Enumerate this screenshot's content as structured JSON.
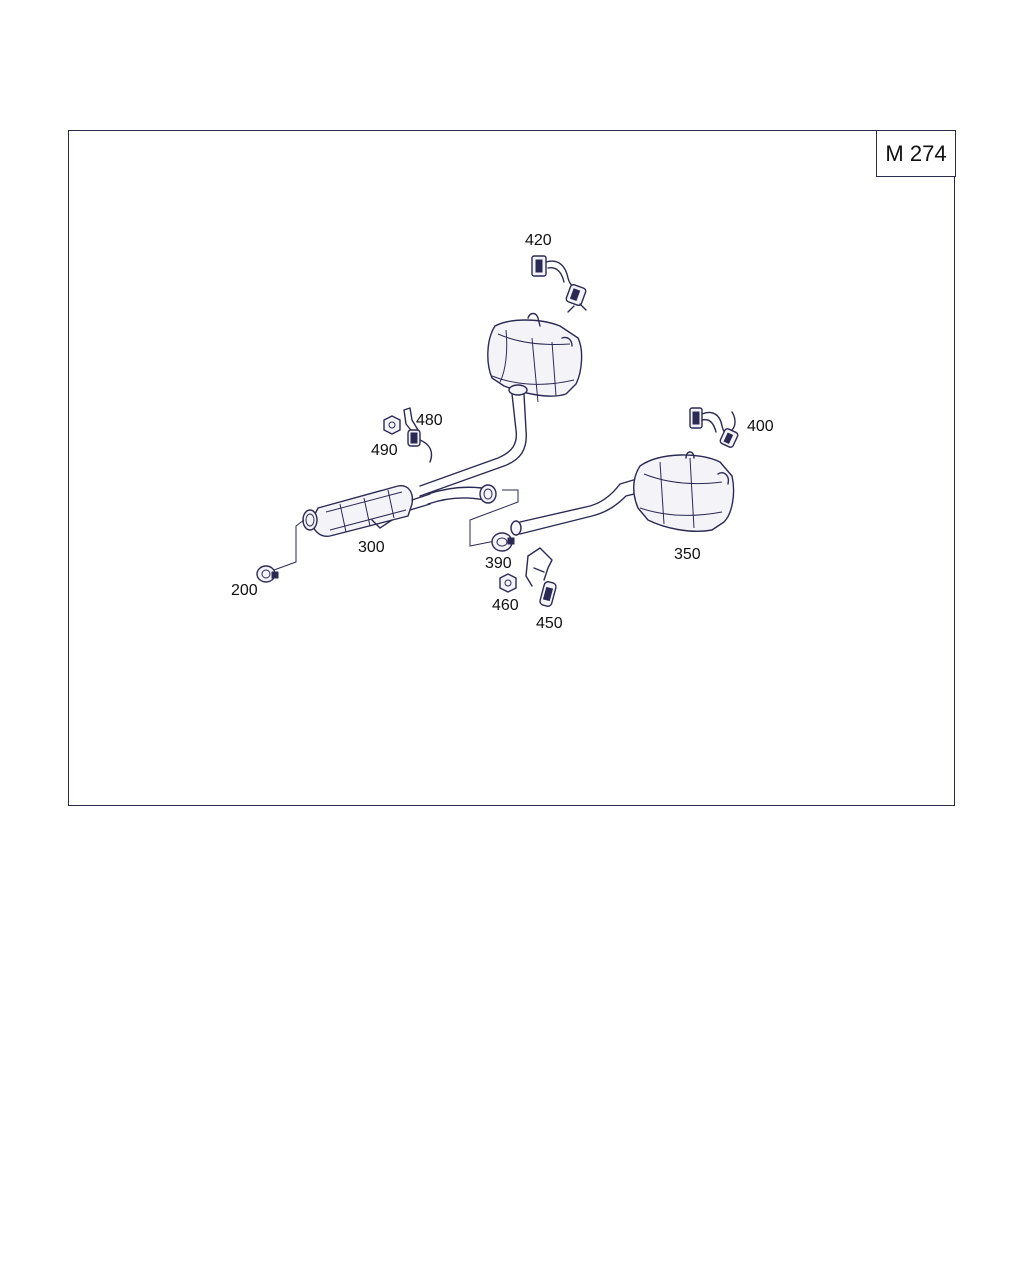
{
  "diagram": {
    "model_code": "M 274",
    "callouts": [
      {
        "id": "label-420",
        "text": "420"
      },
      {
        "id": "label-480",
        "text": "480"
      },
      {
        "id": "label-490",
        "text": "490"
      },
      {
        "id": "label-400",
        "text": "400"
      },
      {
        "id": "label-300",
        "text": "300"
      },
      {
        "id": "label-350",
        "text": "350"
      },
      {
        "id": "label-390",
        "text": "390"
      },
      {
        "id": "label-200",
        "text": "200"
      },
      {
        "id": "label-460",
        "text": "460"
      },
      {
        "id": "label-450",
        "text": "450"
      }
    ]
  },
  "colors": {
    "line": "#2a2a55",
    "frame": "#2a2a4a",
    "background": "#ffffff"
  }
}
